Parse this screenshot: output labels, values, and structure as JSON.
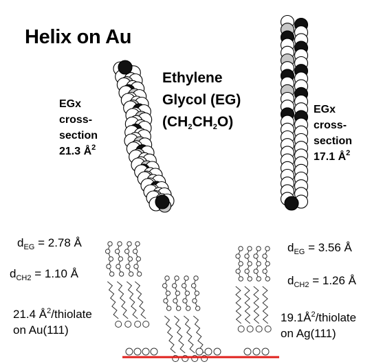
{
  "title": "Helix on Au",
  "eg_label": {
    "line1": "Ethylene",
    "line2": "Glycol (EG)",
    "line3_pre": "(CH",
    "line3_sub1": "2",
    "line3_mid": "CH",
    "line3_sub2": "2",
    "line3_post": "O)"
  },
  "left_helix": {
    "l1": "EGx",
    "l2": "cross-",
    "l3": "section",
    "l4_val": "21.3 Å",
    "l4_sup": "2"
  },
  "right_helix": {
    "l1": "EGx",
    "l2": "cross-",
    "l3": "section",
    "l4_val": "17.1 Å",
    "l4_sup": "2"
  },
  "au": {
    "deg_pre": "d",
    "deg_sub": "EG",
    "deg_val": " = 2.78 Å",
    "dch2_pre": "d",
    "dch2_sub": "CH2",
    "dch2_val": " = 1.10 Å",
    "area_val": "21.4 Å",
    "area_sup": "2",
    "area_post": "/thiolate",
    "surface": "on Au(111)"
  },
  "ag": {
    "deg_pre": "d",
    "deg_sub": "EG",
    "deg_val": " = 3.56 Å",
    "dch2_pre": "d",
    "dch2_sub": "CH2",
    "dch2_val": " = 1.26 Å",
    "area_val": "19.1Å",
    "area_sup": "2",
    "area_post": "/thiolate",
    "surface": "on Ag(111)"
  },
  "colors": {
    "surface_line": "#e0201c",
    "atom_black": "#111111",
    "atom_gray": "#c8c8c8",
    "atom_white": "#ffffff"
  }
}
